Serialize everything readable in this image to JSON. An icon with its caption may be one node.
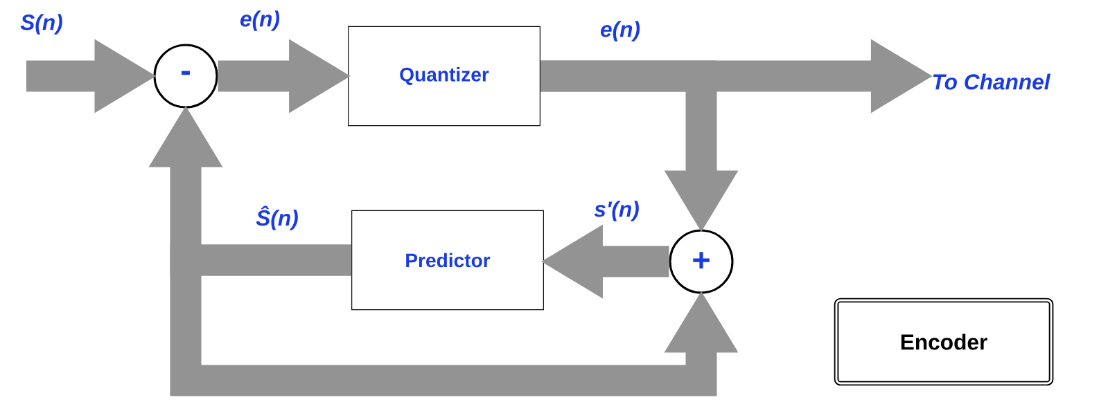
{
  "diagram": {
    "nodes": [
      {
        "text": [
          "-"
        ]
      },
      {
        "text": [
          "Quantizer"
        ]
      },
      {
        "text": [
          "To Channel"
        ]
      },
      {
        "text": [
          "+"
        ]
      },
      {
        "text": [
          "Predictor"
        ]
      },
      {
        "text": [
          "Encoder"
        ]
      }
    ],
    "edges": [
      {
        "from": null,
        "to": 0,
        "arrow": "to",
        "label": "S(n)"
      },
      {
        "from": 0,
        "to": 1,
        "arrow": "to",
        "label": "e(n)"
      },
      {
        "from": 1,
        "to": 2,
        "arrow": "to",
        "label": "e(n)"
      },
      {
        "from": 1,
        "to": 3,
        "arrow": "to"
      },
      {
        "from": 3,
        "to": 4,
        "arrow": "to",
        "label": "s'(n)"
      },
      {
        "from": 4,
        "to": 0,
        "arrow": "to",
        "label": "Ŝ(n)"
      },
      {
        "from": 4,
        "to": 3,
        "arrow": "to"
      }
    ]
  }
}
